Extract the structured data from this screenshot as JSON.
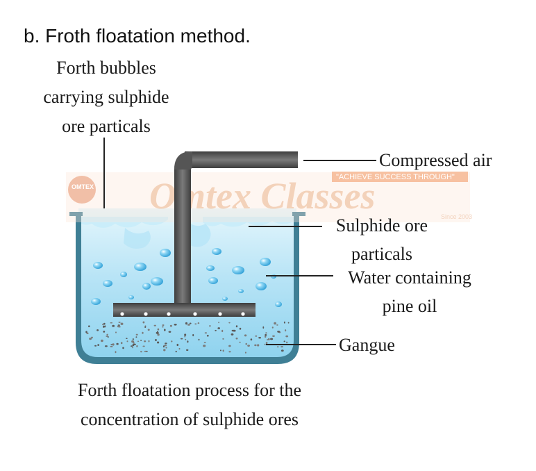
{
  "heading": "b. Froth floatation method.",
  "labels": {
    "froth_line1": "Forth bubbles",
    "froth_line2": "carrying sulphide",
    "froth_line3": "ore particals",
    "compressed_air": "Compressed air",
    "sulphide_line1": "Sulphide ore",
    "sulphide_line2": "particals",
    "water_line1": "Water containing",
    "water_line2": "pine oil",
    "gangue": "Gangue"
  },
  "caption": {
    "line1": "Forth floatation process for the",
    "line2": "concentration of sulphide ores"
  },
  "watermark": {
    "name": "Omtex Classes",
    "tagline": "\"ACHIEVE SUCCESS THROUGH\"",
    "since": "Since 2003",
    "logo_text": "OMTEX"
  },
  "colors": {
    "water_top": "#d9f2fb",
    "water_bottom": "#8fd3ef",
    "vessel": "#3f7f95",
    "pipe": "#5b5b5b",
    "bubble": "#4fb3e3"
  }
}
